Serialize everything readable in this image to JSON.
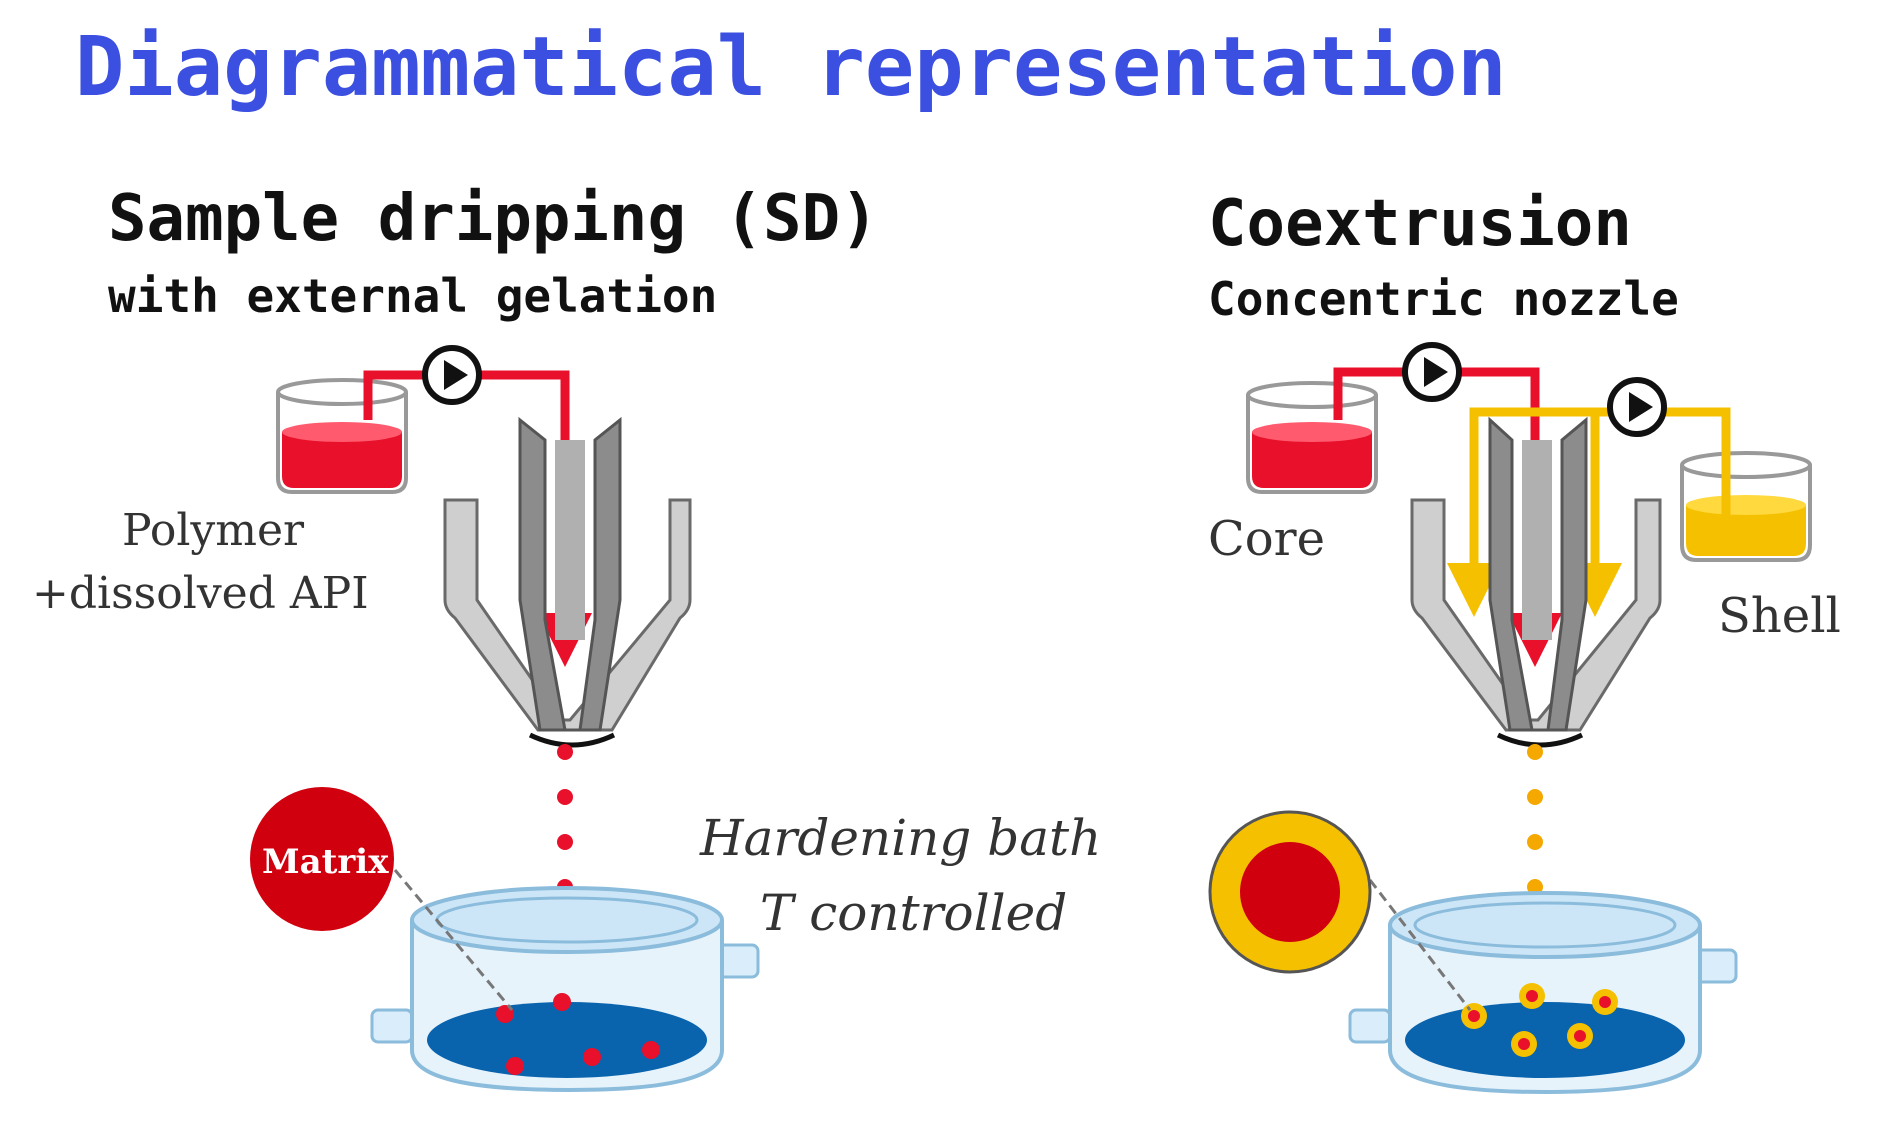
{
  "title": "Diagrammatical representation",
  "left": {
    "heading": "Sample dripping (SD)",
    "subheading": "with external gelation",
    "reservoir_label_line1": "Polymer",
    "reservoir_label_line2": "+dissolved API",
    "bead_label": "Matrix",
    "bath_label_line1": "Hardening bath",
    "bath_label_line2": "T controlled"
  },
  "right": {
    "heading": "Coextrusion",
    "subheading": "Concentric nozzle",
    "core_label": "Core",
    "shell_label": "Shell"
  },
  "colors": {
    "title": "#3b4fe0",
    "red_fluid": "#e8102a",
    "yellow_fluid": "#f5c000",
    "bath_water": "#0a63ad",
    "bath_glass": "#b9dcf2",
    "nozzle_gray": "#8c8c8c"
  }
}
